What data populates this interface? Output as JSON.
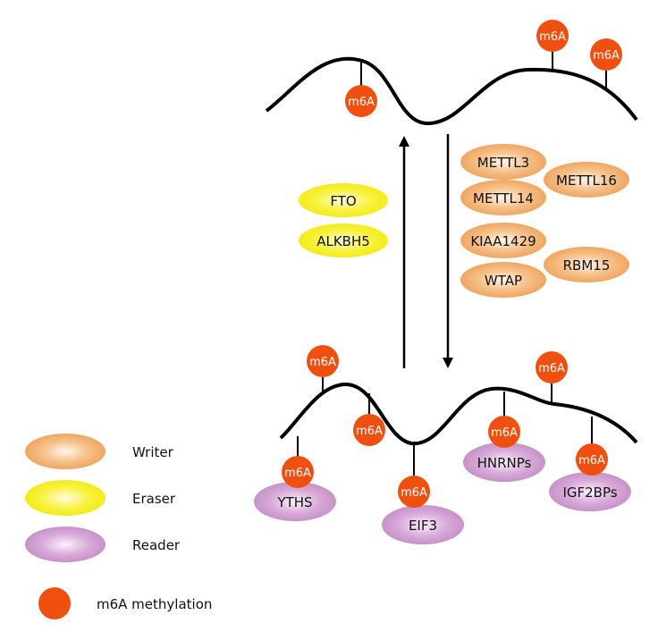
{
  "colors": {
    "writer": "#f0a860",
    "eraser": "#f4ee1a",
    "reader": "#c893c8",
    "m6a": "#f0500f",
    "line": "#000000"
  },
  "mark_label": "m6A",
  "writers": [
    "METTL3",
    "METTL16",
    "METTL14",
    "KIAA1429",
    "RBM15",
    "WTAP"
  ],
  "erasers": [
    "FTO",
    "ALKBH5"
  ],
  "readers": [
    "YTHS",
    "EIF3",
    "HNRNPs",
    "IGF2BPs"
  ],
  "legend": {
    "writer": "Writer",
    "eraser": "Eraser",
    "reader": "Reader",
    "m6a": "m6A methylation"
  }
}
